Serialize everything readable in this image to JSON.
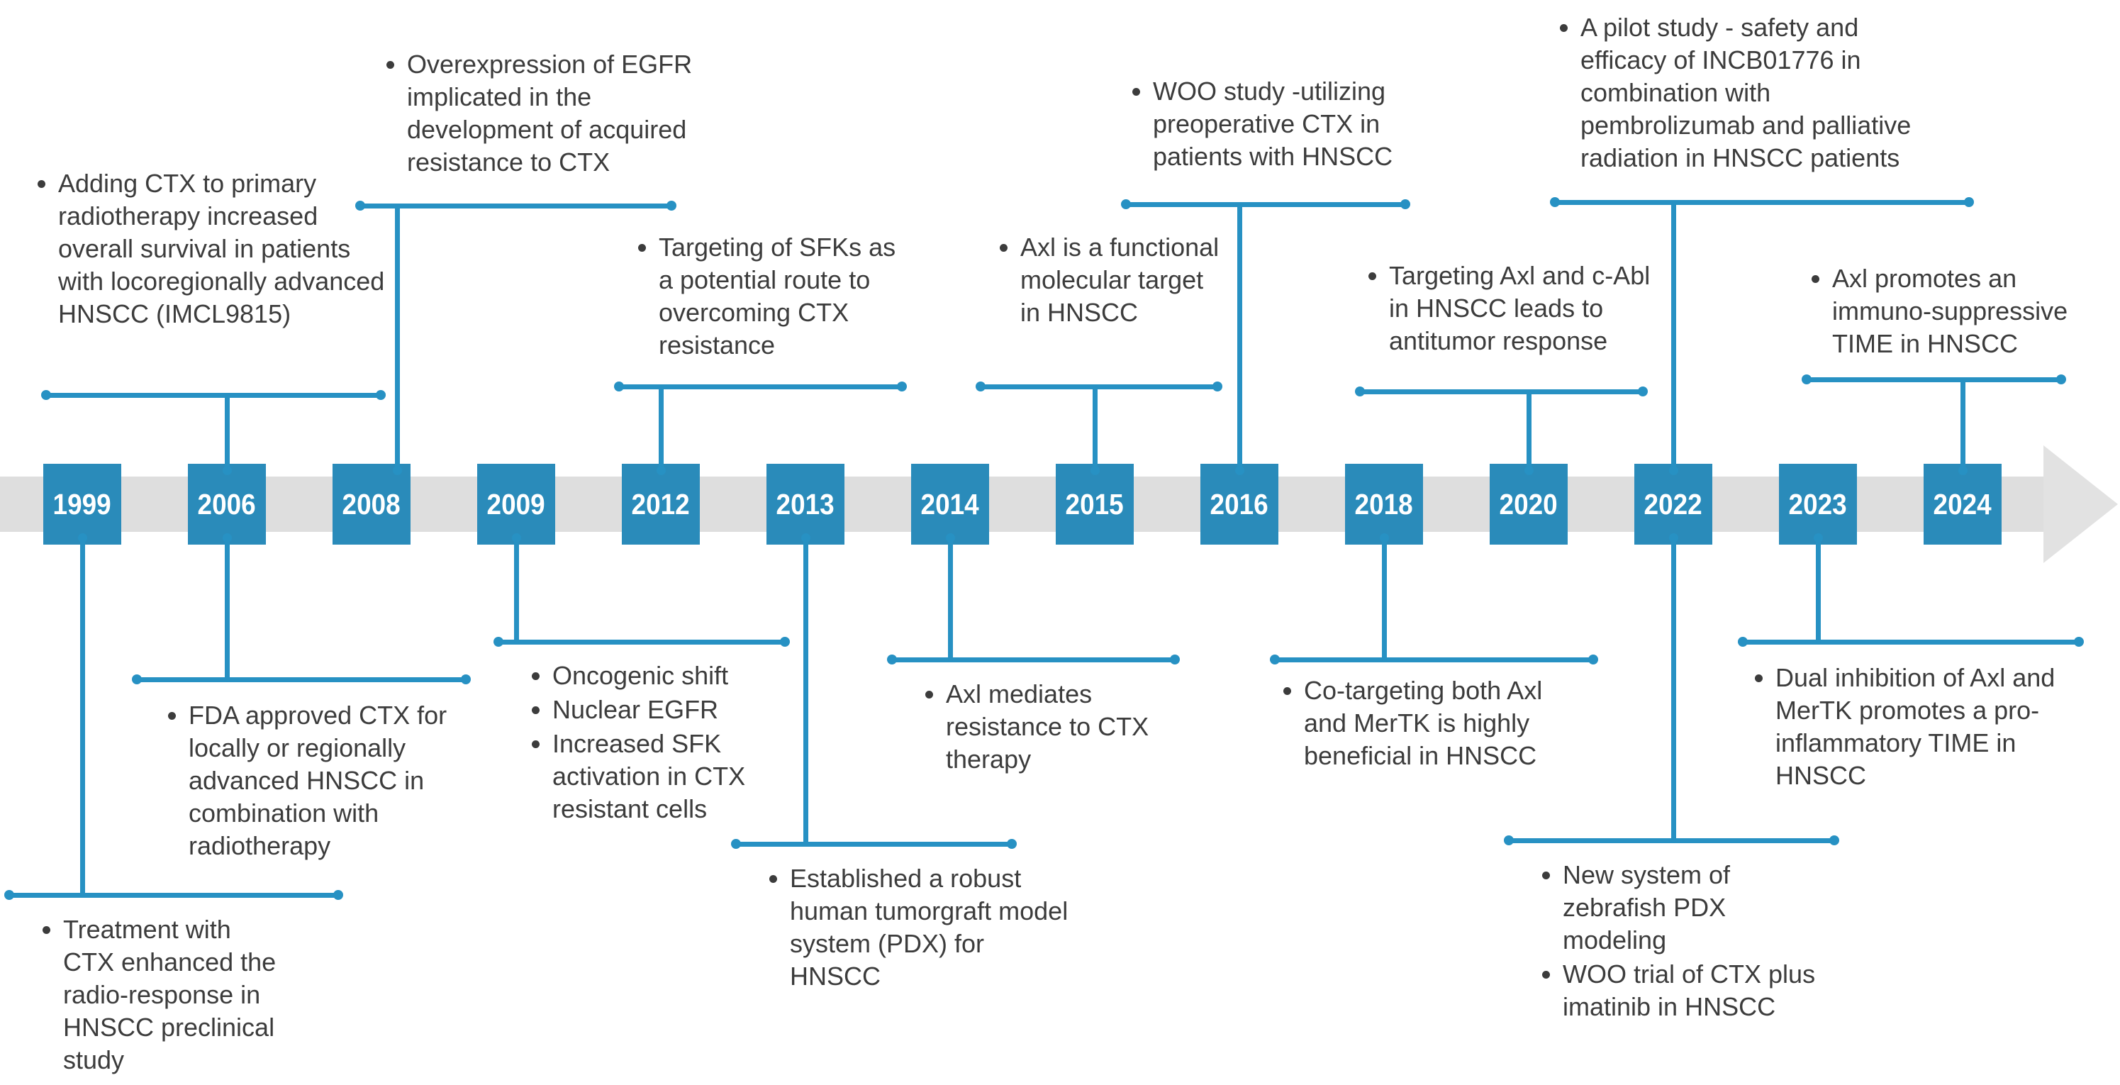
{
  "colors": {
    "accent_line": "#2791c3",
    "year_box": "#2a8bba",
    "band": "#dedede",
    "arrowhead": "#e2e2e2",
    "text": "#3c3c3c",
    "year_text": "#ffffff"
  },
  "timeline": {
    "years": [
      "1999",
      "2006",
      "2008",
      "2009",
      "2012",
      "2013",
      "2014",
      "2015",
      "2016",
      "2018",
      "2020",
      "2022",
      "2023",
      "2024"
    ]
  },
  "annotations": [
    {
      "id": "t2006",
      "year": "2006",
      "side": "top",
      "bullets": [
        "Adding CTX to primary radiotherapy increased overall survival in patients with locoregionally advanced HNSCC (IMCL9815)"
      ]
    },
    {
      "id": "t2008",
      "year": "2008",
      "side": "top",
      "bullets": [
        "Overexpression of EGFR implicated in the development of acquired resistance to CTX"
      ]
    },
    {
      "id": "t2012",
      "year": "2012",
      "side": "top",
      "bullets": [
        "Targeting of SFKs as a potential route to overcoming CTX resistance"
      ]
    },
    {
      "id": "t2015",
      "year": "2015",
      "side": "top",
      "bullets": [
        "Axl is a functional molecular target in HNSCC"
      ]
    },
    {
      "id": "t2016",
      "year": "2016",
      "side": "top",
      "bullets": [
        "WOO study -utilizing preoperative CTX in patients with HNSCC"
      ]
    },
    {
      "id": "t2020",
      "year": "2020",
      "side": "top",
      "bullets": [
        "Targeting Axl and c-Abl in HNSCC leads to antitumor response"
      ]
    },
    {
      "id": "t2022",
      "year": "2022",
      "side": "top",
      "bullets": [
        "A pilot study - safety and efficacy of INCB01776 in combination with pembrolizumab and palliative radiation in HNSCC patients"
      ]
    },
    {
      "id": "t2024",
      "year": "2024",
      "side": "top",
      "bullets": [
        "Axl promotes an immuno-suppressive TIME in HNSCC"
      ]
    },
    {
      "id": "b1999",
      "year": "1999",
      "side": "bottom",
      "bullets": [
        "Treatment with CTX enhanced the radio-response in HNSCC preclinical study"
      ]
    },
    {
      "id": "b2006",
      "year": "2006",
      "side": "bottom",
      "bullets": [
        "FDA approved CTX for locally or regionally advanced HNSCC in combination with radiotherapy"
      ]
    },
    {
      "id": "b2009",
      "year": "2009",
      "side": "bottom",
      "bullets": [
        "Oncogenic shift",
        "Nuclear EGFR",
        "Increased SFK activation in CTX resistant cells"
      ]
    },
    {
      "id": "b2013",
      "year": "2013",
      "side": "bottom",
      "bullets": [
        "Established a robust human tumorgraft model system (PDX) for HNSCC"
      ]
    },
    {
      "id": "b2014",
      "year": "2014",
      "side": "bottom",
      "bullets": [
        "Axl mediates resistance to CTX therapy"
      ]
    },
    {
      "id": "b2018",
      "year": "2018",
      "side": "bottom",
      "bullets": [
        "Co-targeting both Axl and MerTK is highly beneficial in HNSCC"
      ]
    },
    {
      "id": "b2022",
      "year": "2022",
      "side": "bottom",
      "bullets": [
        "New system of zebrafish PDX modeling",
        "WOO trial of CTX plus imatinib in HNSCC"
      ]
    },
    {
      "id": "b2023",
      "year": "2023",
      "side": "bottom",
      "bullets": [
        "Dual inhibition of Axl and MerTK promotes a pro-inflammatory TIME in HNSCC"
      ]
    }
  ]
}
